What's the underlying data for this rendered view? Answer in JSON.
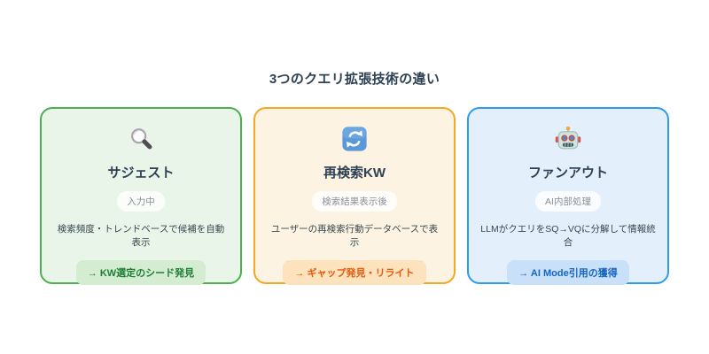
{
  "page": {
    "title": "3つのクエリ拡張技術の違い"
  },
  "text_colors": {
    "heading": "#2e4053",
    "description": "#37474f",
    "stage": "#8a9097"
  },
  "cards": [
    {
      "icon": "magnifying-glass",
      "title": "サジェスト",
      "stage": "入力中",
      "description": "検索頻度・トレンドベースで候補を自動表示",
      "outcome": "→ KW選定のシード発見",
      "colors": {
        "border": "#4caf50",
        "bg": "#e9f5e9",
        "badge_bg": "#d4ecd1",
        "badge_text": "#1e7e34"
      }
    },
    {
      "icon": "arrows-cycle",
      "title": "再検索KW",
      "stage": "検索結果表示後",
      "description": "ユーザーの再検索行動データベースで表示",
      "outcome": "→ ギャップ発見・リライト",
      "colors": {
        "border": "#f5a623",
        "bg": "#fdf3e3",
        "badge_bg": "#fce3bd",
        "badge_text": "#e8590c"
      }
    },
    {
      "icon": "robot",
      "title": "ファンアウト",
      "stage": "AI内部処理",
      "description": "LLMがクエリをSQ→VQに分解して情報統合",
      "outcome": "→ AI Mode引用の獲得",
      "colors": {
        "border": "#2d9cf0",
        "bg": "#e3f0fc",
        "badge_bg": "#c8e1f8",
        "badge_text": "#1565c0"
      }
    }
  ]
}
